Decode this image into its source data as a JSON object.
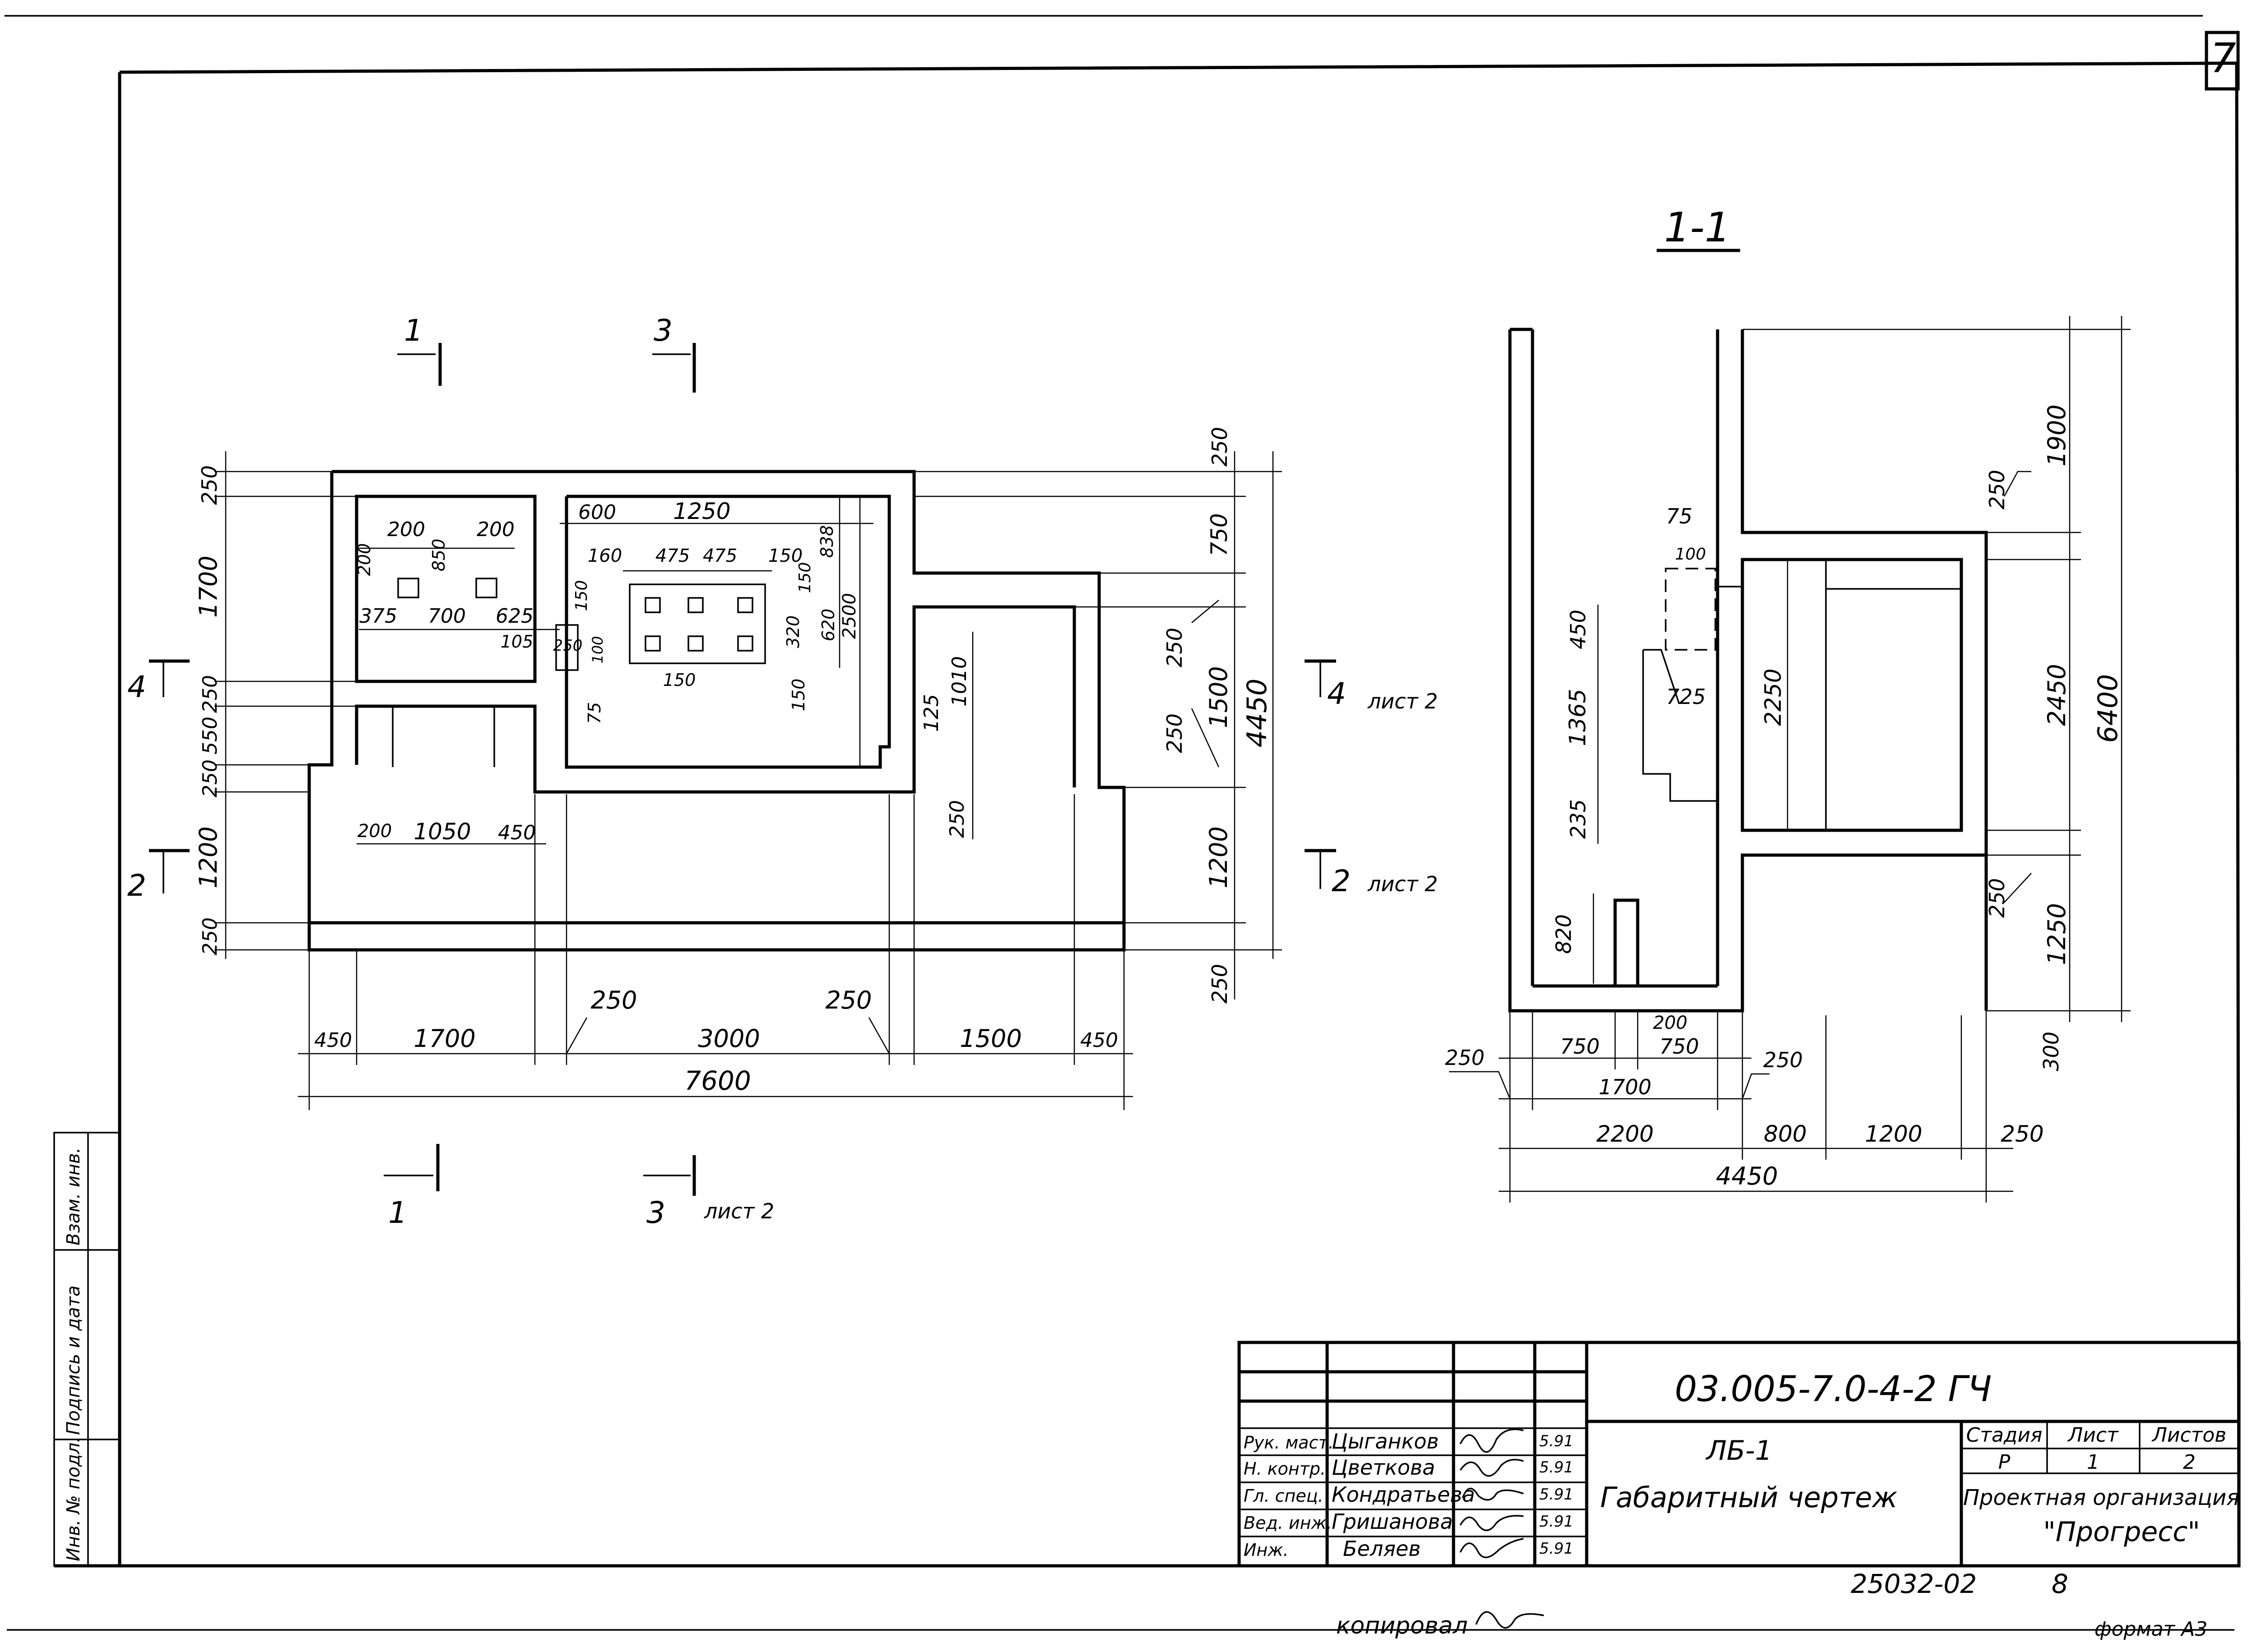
{
  "sheet": {
    "number": "7",
    "copied_by": "копировал",
    "format_label": "формат А3",
    "inventory_code": "25032-02",
    "inventory_suffix": "8"
  },
  "stamp": {
    "document_code": "03.005-7.0-4-2 ГЧ",
    "object": "ЛБ-1",
    "title": "Габаритный чертеж",
    "stage_header": "Стадия",
    "sheet_header": "Лист",
    "sheets_header": "Листов",
    "stage": "Р",
    "sheet_num": "1",
    "sheets_total": "2",
    "org_line1": "Проектная организация",
    "org_line2": "\"Прогресс\"",
    "rows": [
      {
        "role": "Рук. маст.",
        "name": "Цыганков",
        "date": "5.91"
      },
      {
        "role": "Н. контр.",
        "name": "Цветкова",
        "date": "5.91"
      },
      {
        "role": "Гл. спец.",
        "name": "Кондратьева",
        "date": "5.91"
      },
      {
        "role": "Вед. инж.",
        "name": "Гришанова",
        "date": "5.91"
      },
      {
        "role": "Инж.",
        "name": "Беляев",
        "date": "5.91"
      }
    ]
  },
  "side_stamp": {
    "inv_orig": "Инв. № подл.",
    "sign_date": "Подпись и дата",
    "inv_replace": "Взам. инв."
  },
  "plan": {
    "cut_labels": [
      "1",
      "3",
      "4",
      "2",
      "1",
      "3"
    ],
    "sheet_ref": "лист 2",
    "dims": {
      "bottom_overall": "7600",
      "bottom_chain": [
        "450",
        "1700",
        "3000",
        "1500",
        "450"
      ],
      "bottom_wall_a": "250",
      "bottom_wall_b": "250",
      "left_chain": [
        "250",
        "1700",
        "250",
        "550",
        "250",
        "1200",
        "250"
      ],
      "right_chain": [
        "250",
        "750",
        "250",
        "1500",
        "250",
        "1200",
        "250"
      ],
      "right_overall": "4450",
      "room1": [
        "200",
        "850",
        "200",
        "200",
        "375",
        "700",
        "625",
        "105"
      ],
      "room2": [
        "600",
        "1250",
        "160",
        "475",
        "475",
        "150",
        "838",
        "150",
        "320",
        "620",
        "2500",
        "150",
        "250",
        "100",
        "150",
        "75",
        "150"
      ],
      "notch": [
        "125",
        "1010",
        "250"
      ],
      "lower": [
        "200",
        "1050",
        "450"
      ]
    }
  },
  "section": {
    "title": "1-1",
    "dims": {
      "right_overall": "6400",
      "right_chain": [
        "1900",
        "250",
        "2450",
        "250",
        "1250",
        "300"
      ],
      "inner_left": [
        "450",
        "1365",
        "235",
        "820"
      ],
      "inner_top": [
        "75",
        "100",
        "725"
      ],
      "inner_height": "2250",
      "bottom_a": [
        "250",
        "750",
        "200",
        "750",
        "250"
      ],
      "bottom_a_total": "1700",
      "bottom_b": [
        "2200",
        "800",
        "1200",
        "250"
      ],
      "bottom_overall": "4450"
    }
  }
}
